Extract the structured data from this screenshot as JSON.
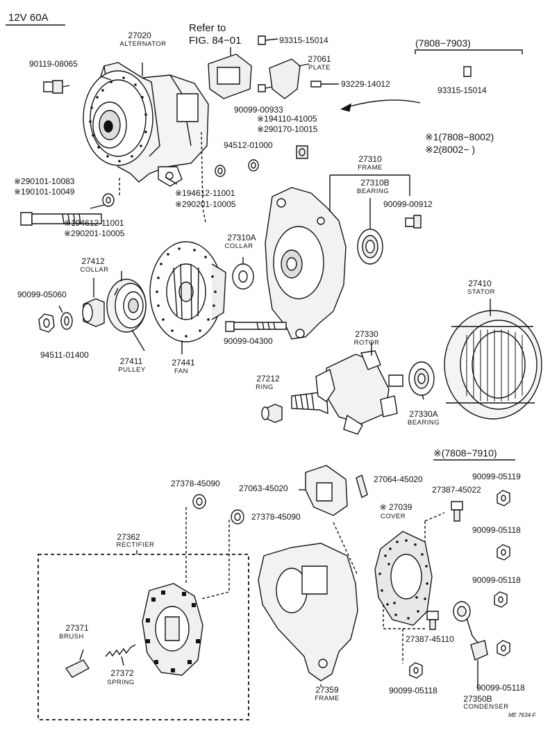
{
  "header": {
    "spec": "12V 60A"
  },
  "refer": {
    "line1": "Refer to",
    "line2": "FIG. 84−01"
  },
  "ranges": {
    "r1": "(7808−7903)",
    "star1": "※1(7808−8002)",
    "star2": "※2(8002−        )",
    "rect_range": "※(7808−7910)"
  },
  "parts": {
    "alternator": {
      "num": "27020",
      "name": "ALTERNATOR"
    },
    "plate": {
      "num": "27061",
      "name": "PLATE"
    },
    "frame_top": {
      "num": "27310",
      "name": "FRAME"
    },
    "bearing_b": {
      "num": "27310B",
      "name": "BEARING"
    },
    "collar_a": {
      "num": "27310A",
      "name": "COLLAR"
    },
    "collar": {
      "num": "27412",
      "name": "COLLAR"
    },
    "stator": {
      "num": "27410",
      "name": "STATOR"
    },
    "pulley": {
      "num": "27411",
      "name": "PULLEY"
    },
    "fan": {
      "num": "27441",
      "name": "FAN"
    },
    "rotor": {
      "num": "27330",
      "name": "ROTOR"
    },
    "ring": {
      "num": "27212",
      "name": "RING"
    },
    "bearing_a": {
      "num": "27330A",
      "name": "BEARING"
    },
    "rectifier": {
      "num": "27362",
      "name": "RECTIFIER"
    },
    "brush": {
      "num": "27371",
      "name": "BRUSH"
    },
    "spring": {
      "num": "27372",
      "name": "SPRING"
    },
    "cover": {
      "num": "※ 27039",
      "name": "COVER"
    },
    "frame_bottom": {
      "num": "27359",
      "name": "FRAME"
    },
    "condenser": {
      "num": "27350B",
      "name": "CONDENSER"
    }
  },
  "pn": {
    "p93315_a": "93315-15014",
    "p93315_b": "93315-15014",
    "p90119": "90119-08065",
    "p93229": "93229-14012",
    "p90099_00933": "90099-00933",
    "p194110": "※194110-41005",
    "p290170": "※290170-10015",
    "p94512": "94512-01000",
    "p290101": "※290101-10083",
    "p190101": "※190101-10049",
    "p194612_a": "※194612-11001",
    "p290201_a": "※290201-10005",
    "p194612_b": "※194612-11001",
    "p290201_b": "※290201-10005",
    "p90099_00912": "90099-00912",
    "p90099_05060": "90099-05060",
    "p94511": "94511-01400",
    "p90099_04300": "90099-04300",
    "p27378_a": "27378-45090",
    "p27378_b": "27378-45090",
    "p27063": "27063-45020",
    "p27064": "27064-45020",
    "p27387_a": "27387-45022",
    "p27387_b": "27387-45110",
    "p05119": "90099-05119",
    "p05118_a": "90099-05118",
    "p05118_b": "90099-05118",
    "p05118_c": "90099-05118",
    "p05118_d": "90099-05118"
  },
  "code": "ME 7634-F"
}
